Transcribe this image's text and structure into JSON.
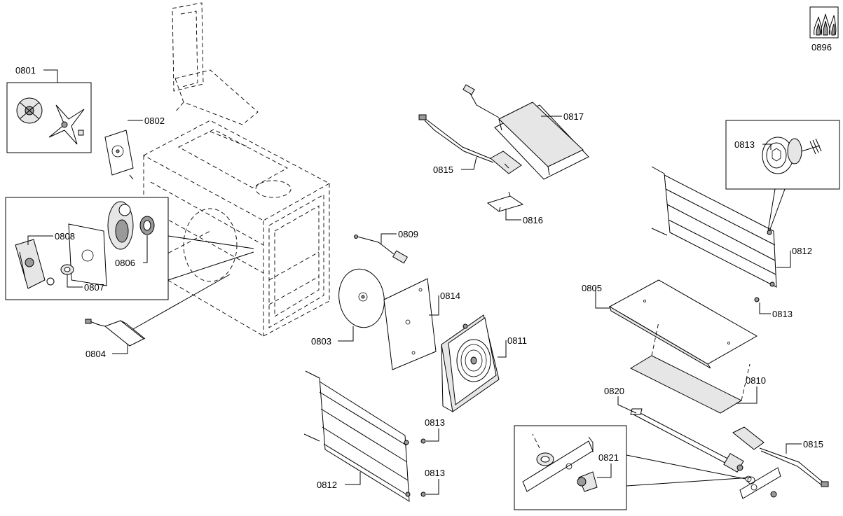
{
  "diagram": {
    "callouts": {
      "p0801": "0801",
      "p0802": "0802",
      "p0803": "0803",
      "p0804": "0804",
      "p0805": "0805",
      "p0806": "0806",
      "p0807": "0807",
      "p0808": "0808",
      "p0809": "0809",
      "p0810": "0810",
      "p0811": "0811",
      "p0812_right": "0812",
      "p0812_bottom": "0812",
      "p0813_inset": "0813",
      "p0813_right": "0813",
      "p0813_mid_upper": "0813",
      "p0813_mid_lower": "0813",
      "p0814": "0814",
      "p0815_top": "0815",
      "p0815_right": "0815",
      "p0816": "0816",
      "p0817": "0817",
      "p0820": "0820",
      "p0821": "0821",
      "p0896": "0896"
    }
  }
}
